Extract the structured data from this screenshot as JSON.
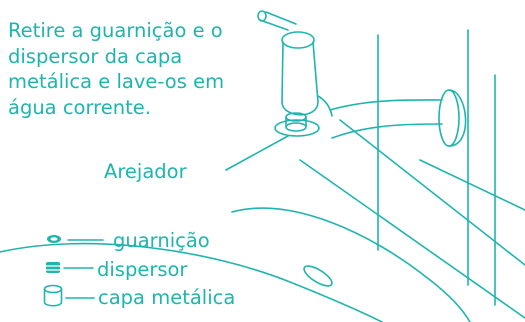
{
  "instruction": {
    "lines": [
      "Retire a guarnição e o",
      "dispersor da capa",
      "metálica e lave-os em",
      "água corrente."
    ]
  },
  "aerator_label": "Arejador",
  "legend": [
    {
      "label": "guarnição",
      "icon": "gasket-icon"
    },
    {
      "label": "dispersor",
      "icon": "disperser-icon"
    },
    {
      "label": "capa metálica",
      "icon": "metal-cap-icon"
    }
  ],
  "colors": {
    "accent": "#1fb5ad",
    "background": "#ffffff"
  }
}
